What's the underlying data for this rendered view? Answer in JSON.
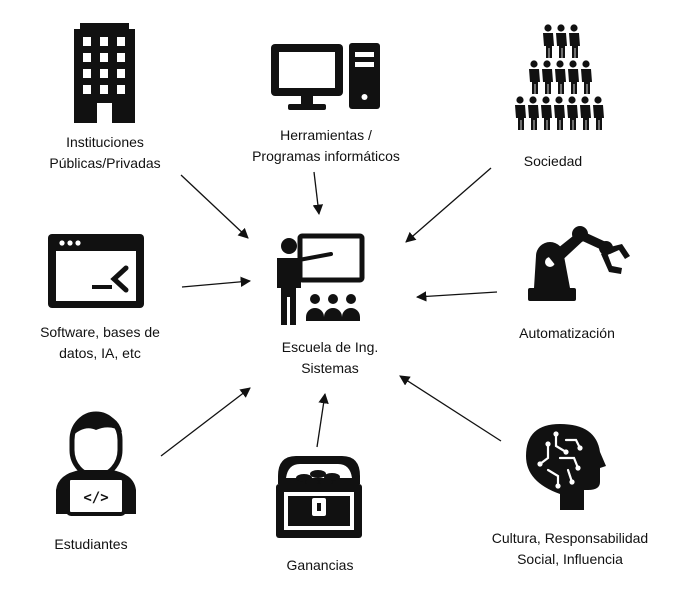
{
  "center": {
    "lines": [
      "Escuela de Ing.",
      "Sistemas"
    ],
    "icon": "teacher-presentation-icon"
  },
  "nodes": [
    {
      "id": "instituciones",
      "lines": [
        "Instituciones",
        "Públicas/Privadas"
      ],
      "icon": "building-icon"
    },
    {
      "id": "herramientas",
      "lines": [
        "Herramientas /",
        "Programas informáticos"
      ],
      "icon": "desktop-computer-icon"
    },
    {
      "id": "sociedad",
      "lines": [
        "Sociedad"
      ],
      "icon": "crowd-icon"
    },
    {
      "id": "software",
      "lines": [
        "Software, bases de",
        "datos, IA, etc"
      ],
      "icon": "terminal-window-icon"
    },
    {
      "id": "automatizacion",
      "lines": [
        "Automatización"
      ],
      "icon": "robotic-arm-icon"
    },
    {
      "id": "estudiantes",
      "lines": [
        "Estudiantes"
      ],
      "icon": "developer-laptop-icon"
    },
    {
      "id": "ganancias",
      "lines": [
        "Ganancias"
      ],
      "icon": "treasure-chest-icon"
    },
    {
      "id": "cultura",
      "lines": [
        "Cultura, Responsabilidad",
        "Social, Influencia"
      ],
      "icon": "brain-circuit-head-icon"
    }
  ],
  "edges": [
    {
      "from": "instituciones",
      "to": "center"
    },
    {
      "from": "herramientas",
      "to": "center"
    },
    {
      "from": "sociedad",
      "to": "center"
    },
    {
      "from": "software",
      "to": "center"
    },
    {
      "from": "automatizacion",
      "to": "center"
    },
    {
      "from": "estudiantes",
      "to": "center"
    },
    {
      "from": "ganancias",
      "to": "center"
    },
    {
      "from": "cultura",
      "to": "center"
    }
  ]
}
